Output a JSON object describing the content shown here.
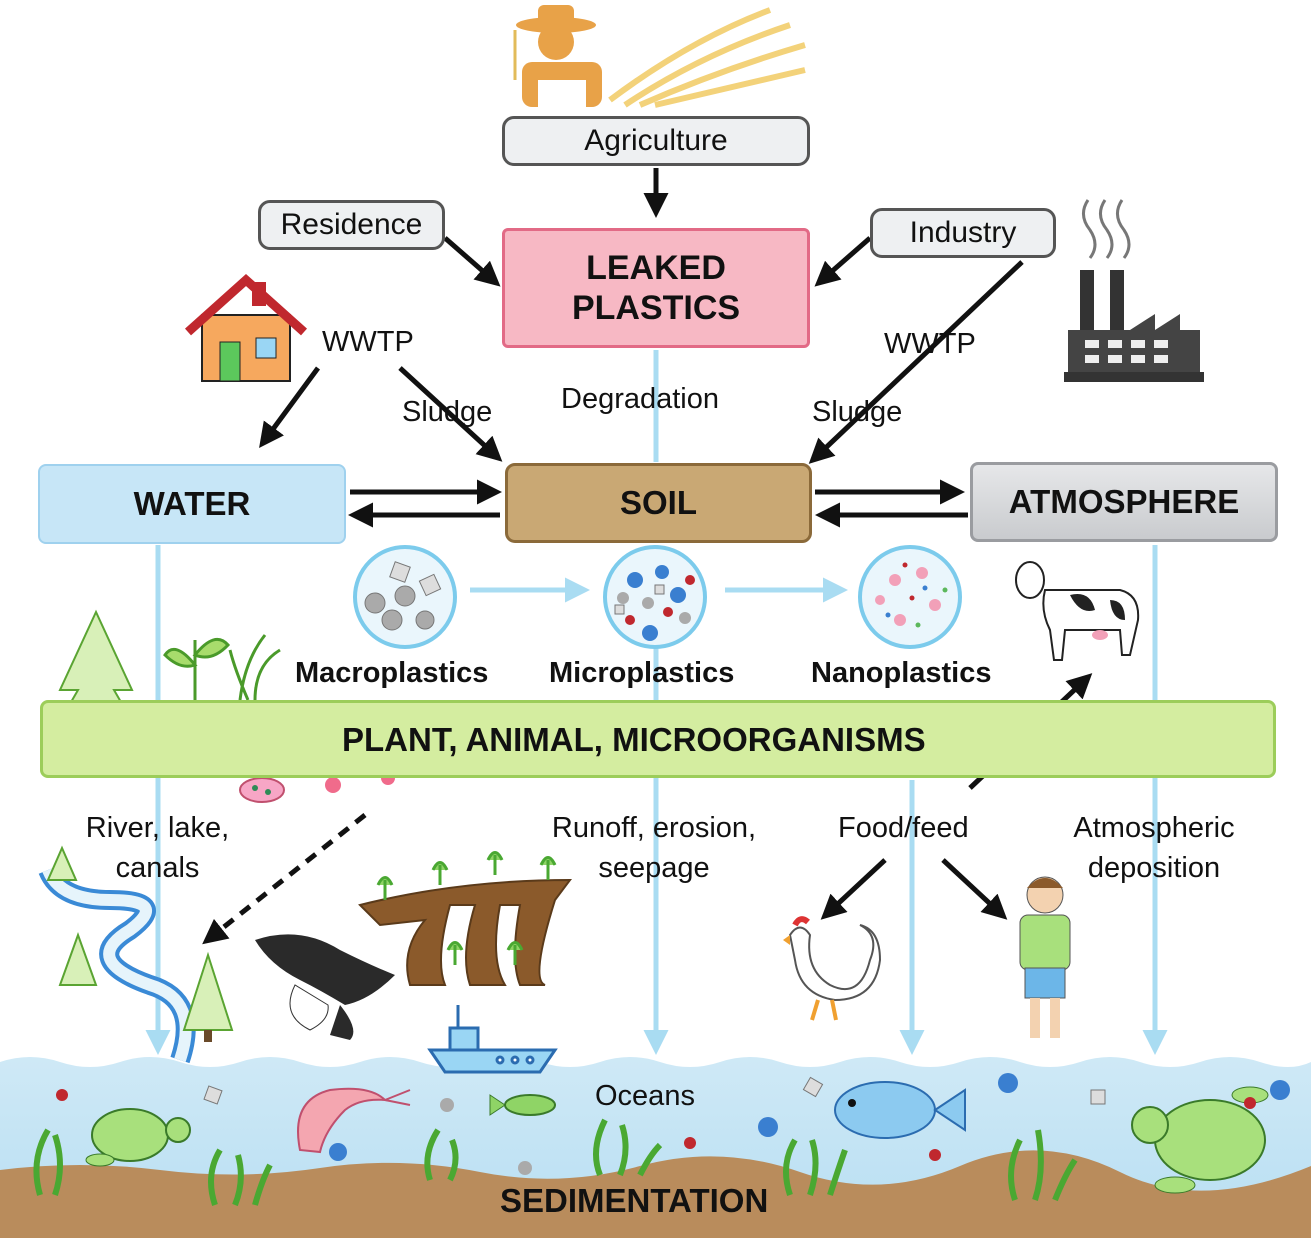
{
  "sources": {
    "agriculture": "Agriculture",
    "residence": "Residence",
    "industry": "Industry"
  },
  "central": {
    "leaked_line1": "LEAKED",
    "leaked_line2": "PLASTICS"
  },
  "compartments": {
    "water": "WATER",
    "soil": "SOIL",
    "atmosphere": "ATMOSPHERE"
  },
  "pathways": {
    "wwtp_left": "WWTP",
    "sludge_left": "Sludge",
    "degradation": "Degradation",
    "wwtp_right": "WWTP",
    "sludge_right": "Sludge"
  },
  "sizes": {
    "macro": "Macroplastics",
    "micro": "Microplastics",
    "nano": "Nanoplastics"
  },
  "biota": "PLANT, ANIMAL, MICROORGANISMS",
  "transport": {
    "river_line1": "River, lake,",
    "river_line2": "canals",
    "runoff_line1": "Runoff, erosion,",
    "runoff_line2": "seepage",
    "food": "Food/feed",
    "atmo_line1": "Atmospheric",
    "atmo_line2": "deposition"
  },
  "sinks": {
    "oceans": "Oceans",
    "sedimentation": "SEDIMENTATION"
  },
  "colors": {
    "leaked_fill": "#f7b8c4",
    "leaked_border": "#e26a86",
    "water_fill": "#c7e6f7",
    "soil_fill": "#c9a874",
    "atmosphere_fill": "#d9dbde",
    "biota_fill": "#d4eda0",
    "biota_border": "#9ccd5a",
    "flow_line": "#a9dcf2",
    "ocean": "#cfe9f6",
    "sediment": "#b98c5c"
  },
  "icons": [
    "farmer-icon",
    "wheat-field-icon",
    "house-icon",
    "factory-icon",
    "tree-icon",
    "seedling-icon",
    "bacteria-icon",
    "river-icon",
    "eagle-icon",
    "farmland-icon",
    "ship-icon",
    "cow-icon",
    "chicken-icon",
    "child-icon",
    "shrimp-icon",
    "fish-icon",
    "turtle-icon",
    "seaweed-icon"
  ]
}
